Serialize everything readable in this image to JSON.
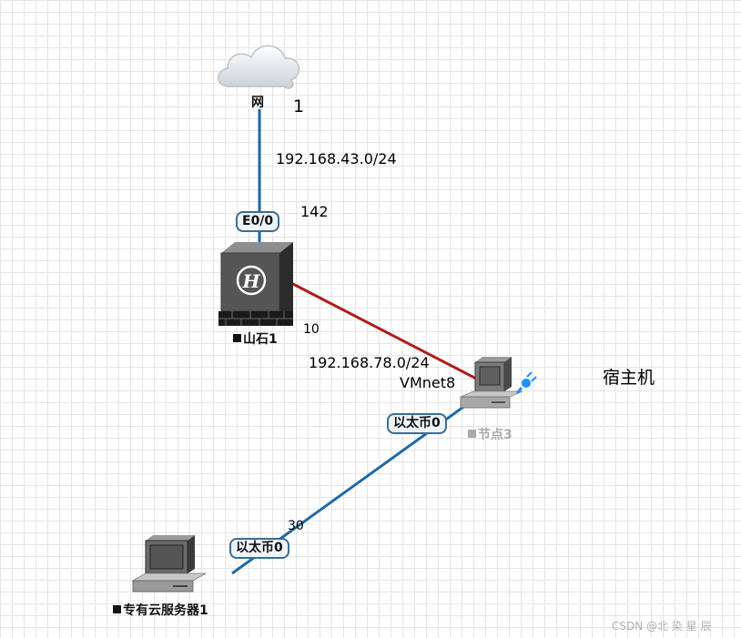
{
  "nodes": {
    "cloud": {
      "label": "网"
    },
    "firewall": {
      "label": "山石1"
    },
    "host": {
      "label": "节点3"
    },
    "server": {
      "label": "专有云服务器1"
    }
  },
  "ports": {
    "fw_top": "E0/0",
    "host_eth": "以太币0",
    "server_eth": "以太币0"
  },
  "annotations": {
    "cloud_num": "1",
    "net1": "192.168.43.0/24",
    "fw_num1": "142",
    "fw_num2": "10",
    "net2": "192.168.78.0/24",
    "vmnet": "VMnet8",
    "host_desc": "宿主机",
    "server_num": "30"
  },
  "colors": {
    "blue_link": "#1f6aa5",
    "red_link": "#b01c1c"
  },
  "watermark": "CSDN @北 染 星 辰"
}
